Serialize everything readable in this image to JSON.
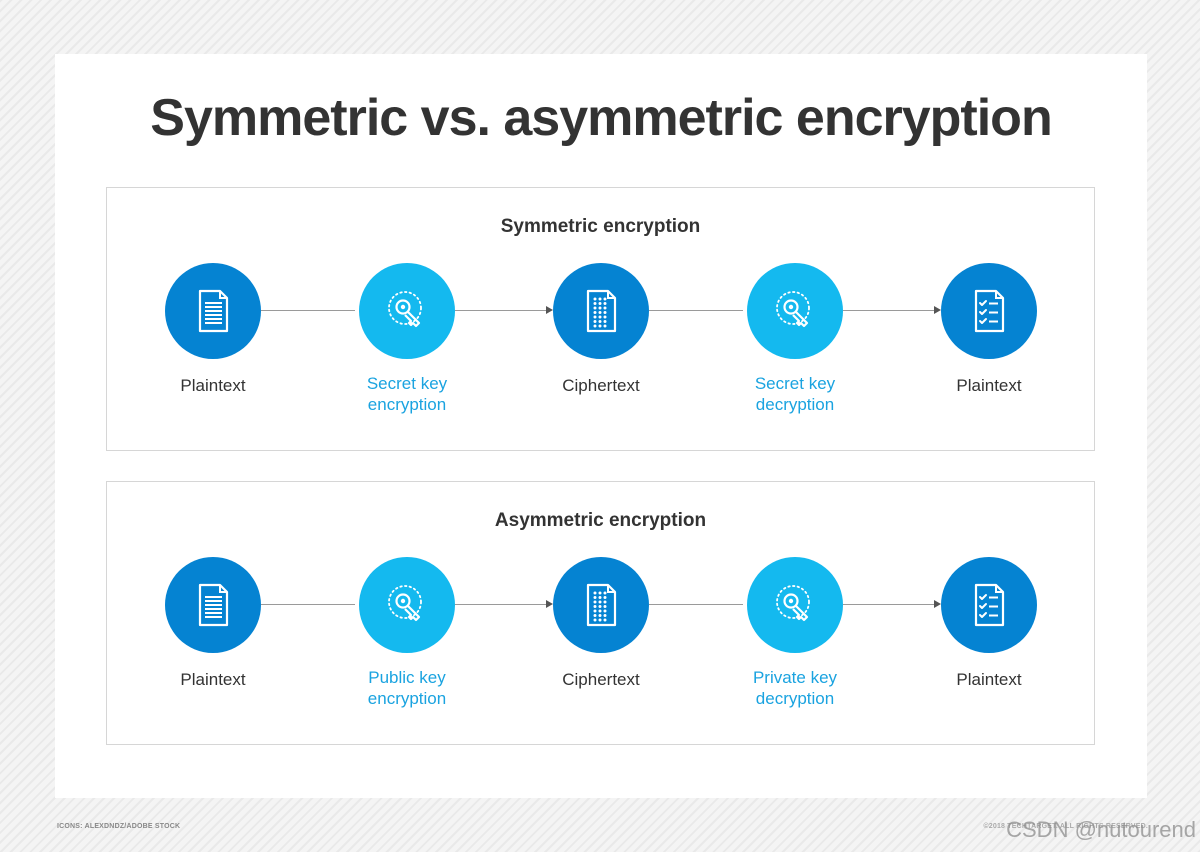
{
  "title": "Symmetric vs. asymmetric encryption",
  "panels": [
    {
      "title": "Symmetric encryption",
      "nodes": [
        {
          "label": "Plaintext",
          "icon": "document-icon",
          "style": "dark"
        },
        {
          "label": "Secret key\nencryption",
          "icon": "key-icon",
          "style": "light"
        },
        {
          "label": "Ciphertext",
          "icon": "cipher-document-icon",
          "style": "dark"
        },
        {
          "label": "Secret key\ndecryption",
          "icon": "key-icon",
          "style": "light"
        },
        {
          "label": "Plaintext",
          "icon": "checklist-document-icon",
          "style": "dark"
        }
      ]
    },
    {
      "title": "Asymmetric encryption",
      "nodes": [
        {
          "label": "Plaintext",
          "icon": "document-icon",
          "style": "dark"
        },
        {
          "label": "Public key\nencryption",
          "icon": "key-icon",
          "style": "light"
        },
        {
          "label": "Ciphertext",
          "icon": "cipher-document-icon",
          "style": "dark"
        },
        {
          "label": "Private key\ndecryption",
          "icon": "key-icon",
          "style": "light"
        },
        {
          "label": "Plaintext",
          "icon": "checklist-document-icon",
          "style": "dark"
        }
      ]
    }
  ],
  "footer": {
    "credit": "ICONS: ALEXDNDZ/ADOBE STOCK",
    "copyright": "©2018 TECHTARGET. ALL RIGHTS RESERVED.",
    "watermark": "CSDN @nutourend"
  },
  "colors": {
    "dark_circle": "#0583d2",
    "light_circle": "#14b9ef",
    "accent_text": "#1aa3e0",
    "heading": "#333333"
  }
}
